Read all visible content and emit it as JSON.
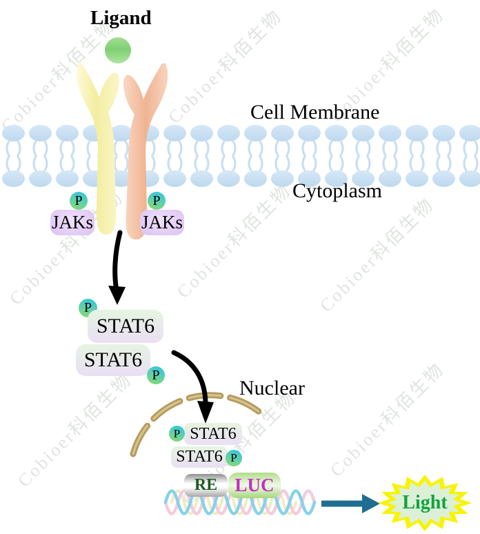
{
  "watermark": {
    "text": "Cobioer科佰生物"
  },
  "labels": {
    "ligand": "Ligand",
    "cell_membrane": "Cell Membrane",
    "cytoplasm": "Cytoplasm",
    "nuclear": "Nuclear",
    "light": "Light"
  },
  "molecules": {
    "phospho": "P",
    "jaks_left": "JAKs",
    "jaks_right": "JAKs",
    "stat6_cyto_top": "STAT6",
    "stat6_cyto_bottom": "STAT6",
    "stat6_nuc_top": "STAT6",
    "stat6_nuc_bottom": "STAT6",
    "reporter_re": "RE",
    "reporter_luc": "LUC"
  },
  "colors": {
    "membrane_lipid": "#c9dff1",
    "receptor_yellow": "#f4eea5",
    "receptor_orange": "#f0b896",
    "ligand_green": "#8bd57e",
    "phospho_cyan": "#38c6d8",
    "phospho_green": "#83d875",
    "jaks_purple": "#dcc2f2",
    "stat6_green": "#e6f4e1",
    "stat6_purple": "#eadff4",
    "nuclear_envelope_tan": "#b59c5f",
    "re_text_green": "#1d5b21",
    "luc_text_magenta": "#c42fc4",
    "light_text_green": "#12a33b",
    "starburst_yellow": "#f8f400",
    "starburst_inner": "#dcf0d8",
    "arrow_black": "#000000",
    "arrow_teal": "#1f6d90",
    "dna_blue": "#86d2e8",
    "dna_pink": "#f3cbde",
    "dna_yellow": "#f0ecc0"
  }
}
